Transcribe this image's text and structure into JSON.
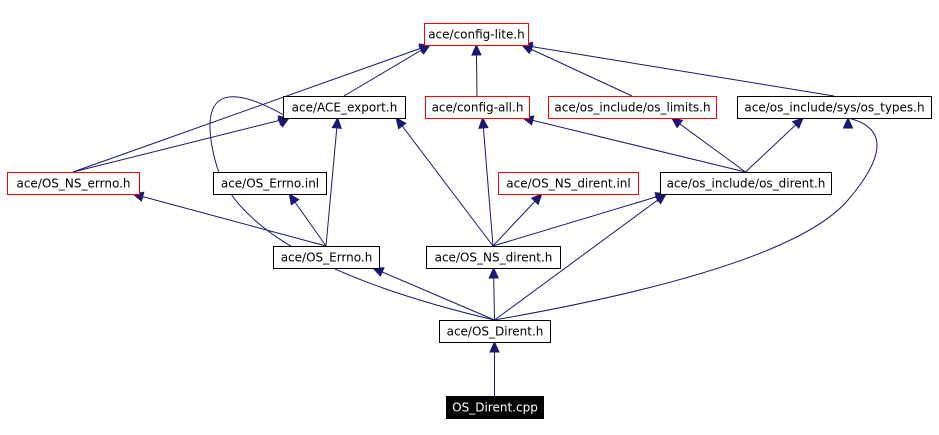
{
  "colors": {
    "edge": "#191970",
    "border_red": "#ff0000",
    "border_black": "#000000",
    "root_fill": "#000000",
    "root_text": "#ffffff",
    "fill": "#ffffff",
    "text": "#000000"
  },
  "nodes": [
    {
      "id": "config_lite",
      "label": "ace/config-lite.h",
      "style": "red"
    },
    {
      "id": "ace_export",
      "label": "ace/ACE_export.h",
      "style": "black"
    },
    {
      "id": "config_all",
      "label": "ace/config-all.h",
      "style": "red"
    },
    {
      "id": "os_limits",
      "label": "ace/os_include/os_limits.h",
      "style": "red"
    },
    {
      "id": "os_types",
      "label": "ace/os_include/sys/os_types.h",
      "style": "black"
    },
    {
      "id": "os_ns_errno",
      "label": "ace/OS_NS_errno.h",
      "style": "red"
    },
    {
      "id": "os_errno_inl",
      "label": "ace/OS_Errno.inl",
      "style": "black"
    },
    {
      "id": "os_ns_dirent_inl",
      "label": "ace/OS_NS_dirent.inl",
      "style": "red"
    },
    {
      "id": "os_dirent_h",
      "label": "ace/os_include/os_dirent.h",
      "style": "black"
    },
    {
      "id": "os_errno_h",
      "label": "ace/OS_Errno.h",
      "style": "black"
    },
    {
      "id": "os_ns_dirent_h",
      "label": "ace/OS_NS_dirent.h",
      "style": "black"
    },
    {
      "id": "os_dirent_main",
      "label": "ace/OS_Dirent.h",
      "style": "black"
    },
    {
      "id": "os_dirent_cpp",
      "label": "OS_Dirent.cpp",
      "style": "root"
    }
  ],
  "edges": [
    {
      "from": "os_dirent_cpp",
      "to": "os_dirent_main"
    },
    {
      "from": "os_dirent_main",
      "to": "os_errno_h"
    },
    {
      "from": "os_dirent_main",
      "to": "os_ns_dirent_h"
    },
    {
      "from": "os_dirent_main",
      "to": "os_dirent_h"
    },
    {
      "from": "os_dirent_main",
      "to": "os_types"
    },
    {
      "from": "os_dirent_main",
      "to": "ace_export"
    },
    {
      "from": "os_errno_h",
      "to": "os_ns_errno"
    },
    {
      "from": "os_errno_h",
      "to": "os_errno_inl"
    },
    {
      "from": "os_errno_h",
      "to": "ace_export"
    },
    {
      "from": "os_ns_dirent_h",
      "to": "os_ns_dirent_inl"
    },
    {
      "from": "os_ns_dirent_h",
      "to": "os_dirent_h"
    },
    {
      "from": "os_ns_dirent_h",
      "to": "config_all"
    },
    {
      "from": "os_ns_dirent_h",
      "to": "ace_export"
    },
    {
      "from": "os_ns_errno",
      "to": "ace_export"
    },
    {
      "from": "os_ns_errno",
      "to": "config_lite"
    },
    {
      "from": "os_dirent_h",
      "to": "config_all"
    },
    {
      "from": "os_dirent_h",
      "to": "os_limits"
    },
    {
      "from": "os_dirent_h",
      "to": "os_types"
    },
    {
      "from": "ace_export",
      "to": "config_lite"
    },
    {
      "from": "config_all",
      "to": "config_lite"
    },
    {
      "from": "os_limits",
      "to": "config_lite"
    },
    {
      "from": "os_types",
      "to": "config_lite"
    }
  ]
}
